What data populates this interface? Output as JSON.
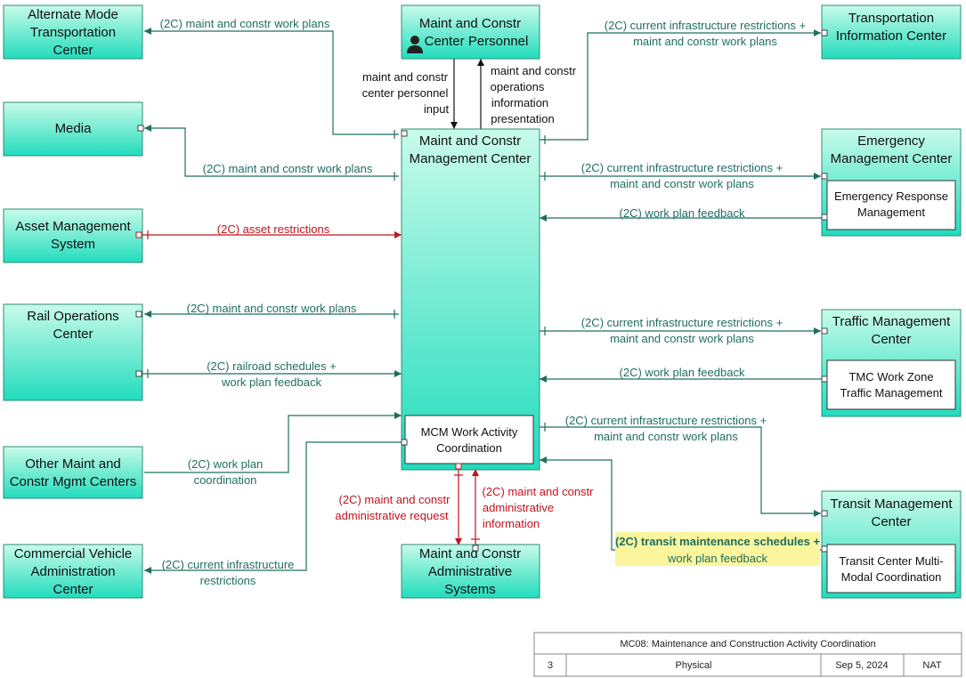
{
  "entities": {
    "alt_mode": [
      "Alternate Mode",
      "Transportation",
      "Center"
    ],
    "mc_personnel": [
      "Maint and Constr",
      "Center Personnel"
    ],
    "tic": [
      "Transportation",
      "Information Center"
    ],
    "media": [
      "Media"
    ],
    "emc": [
      "Emergency",
      "Management Center"
    ],
    "emc_sub": [
      "Emergency Response",
      "Management"
    ],
    "mcm": [
      "Maint and Constr",
      "Management Center"
    ],
    "mcm_sub": [
      "MCM Work Activity",
      "Coordination"
    ],
    "asset": [
      "Asset Management",
      "System"
    ],
    "rail": [
      "Rail Operations",
      "Center"
    ],
    "tmc": [
      "Traffic Management",
      "Center"
    ],
    "tmc_sub": [
      "TMC Work Zone",
      "Traffic Management"
    ],
    "other_mc": [
      "Other Maint and",
      "Constr Mgmt Centers"
    ],
    "transit": [
      "Transit Management",
      "Center"
    ],
    "transit_sub": [
      "Transit Center Multi-",
      "Modal Coordination"
    ],
    "cva": [
      "Commercial Vehicle",
      "Administration",
      "Center"
    ],
    "mc_admin": [
      "Maint and Constr",
      "Administrative",
      "Systems"
    ]
  },
  "flows": {
    "f_alt": [
      "(2C) maint and constr work plans"
    ],
    "f_pers_in": [
      "maint and constr",
      "center personnel",
      "input"
    ],
    "f_pers_out": [
      "maint and constr",
      "operations",
      "information",
      "presentation"
    ],
    "f_tic": [
      "(2C) current infrastructure restrictions +",
      "maint and constr work plans"
    ],
    "f_media": [
      "(2C) maint and constr work plans"
    ],
    "f_emc": [
      "(2C) current infrastructure restrictions +",
      "maint and constr work plans"
    ],
    "f_emc_fb": [
      "(2C) work plan feedback"
    ],
    "f_asset": [
      "(2C) asset restrictions"
    ],
    "f_rail": [
      "(2C) maint and constr work plans"
    ],
    "f_rail_in": [
      "(2C) railroad schedules +",
      "work plan feedback"
    ],
    "f_tmc": [
      "(2C) current infrastructure restrictions +",
      "maint and constr work plans"
    ],
    "f_tmc_fb": [
      "(2C) work plan feedback"
    ],
    "f_transit": [
      "(2C) current infrastructure restrictions +",
      "maint and constr work plans"
    ],
    "f_other": [
      "(2C) work plan",
      "coordination"
    ],
    "f_admin_req": [
      "(2C) maint and constr",
      "administrative request"
    ],
    "f_admin_info": [
      "(2C) maint and constr",
      "administrative",
      "information"
    ],
    "f_transit_in": [
      "(2C) transit maintenance schedules +",
      "work plan feedback"
    ],
    "f_cva": [
      "(2C) current infrastructure",
      "restrictions"
    ]
  },
  "footer": {
    "title": "MC08: Maintenance and Construction Activity Coordination",
    "number": "3",
    "view": "Physical",
    "date": "Sep 5, 2024",
    "owner": "NAT"
  },
  "colors": {
    "box_top": "#c8fbe9",
    "box_bottom": "#22dcbd",
    "teal_flow": "#1f6f5f",
    "red_flow": "#c0141c",
    "highlight": "#fbf59d"
  }
}
